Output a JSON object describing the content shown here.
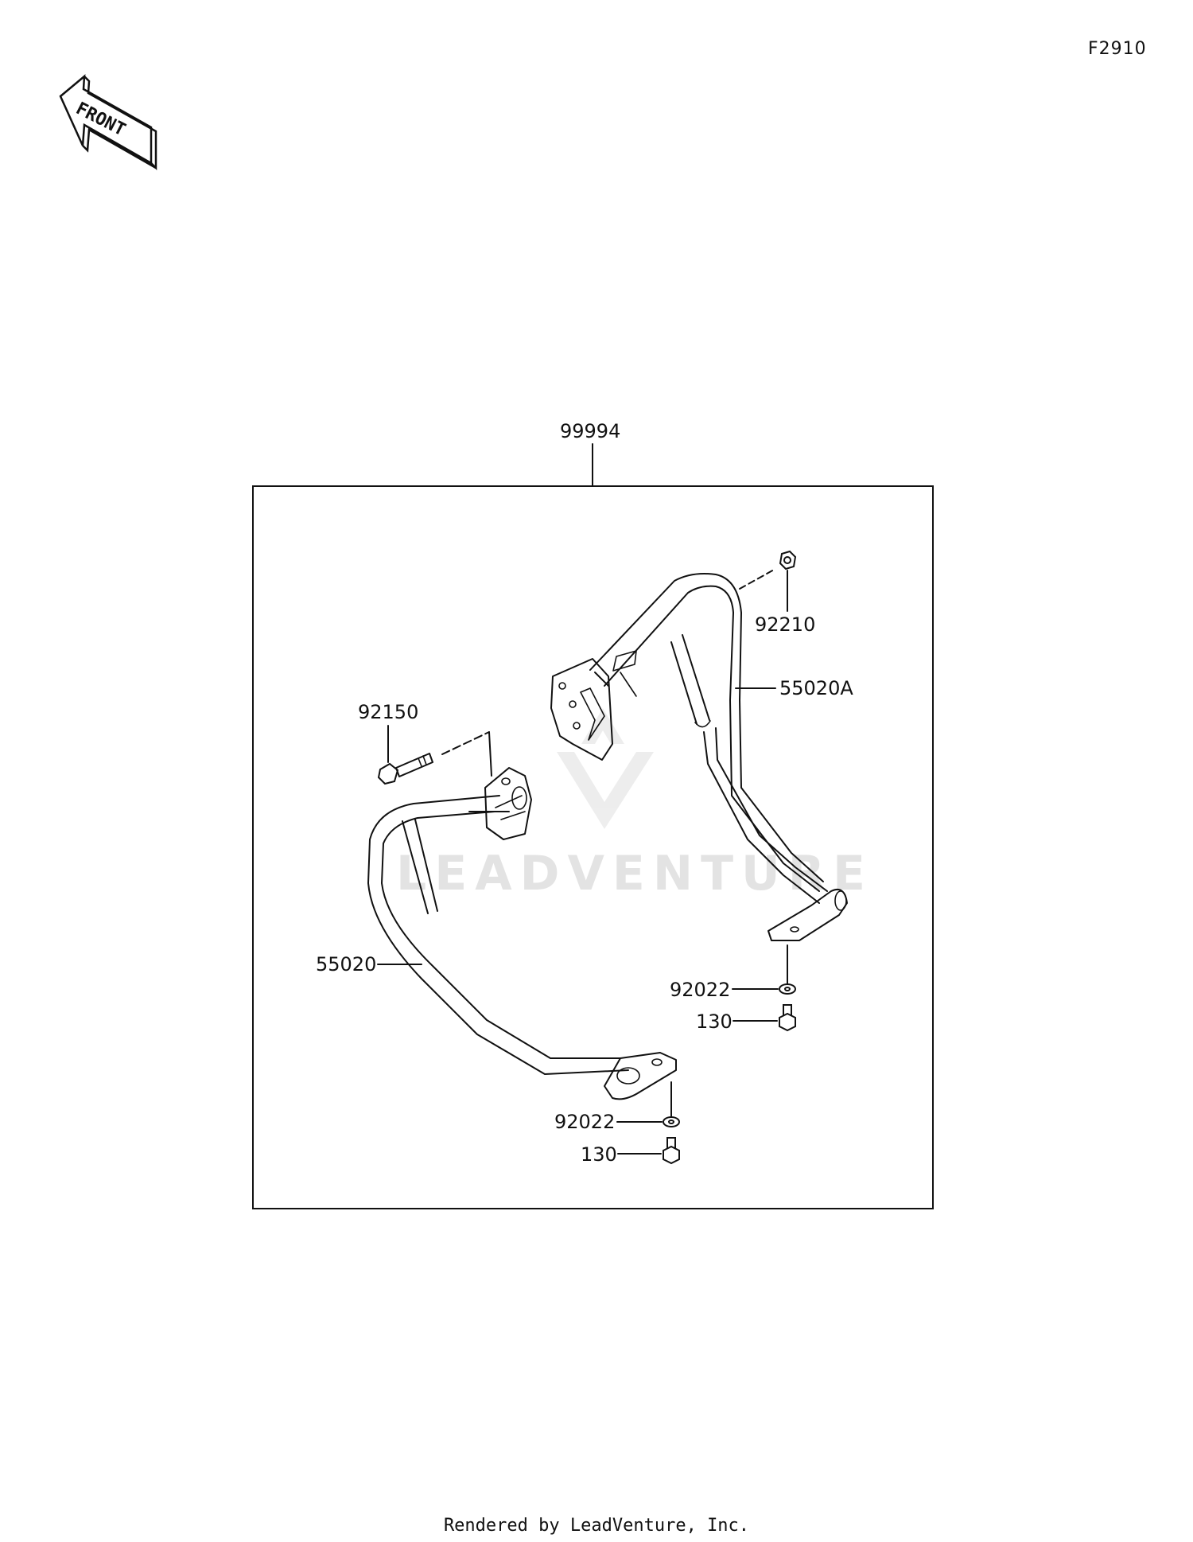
{
  "diagram_code": "F2910",
  "front_arrow": {
    "label": "FRONT",
    "icon": "front-direction-arrow-icon"
  },
  "assembly": {
    "part_number": "99994"
  },
  "parts": [
    {
      "id": "nut",
      "part_number": "92210"
    },
    {
      "id": "right-guard",
      "part_number": "55020A"
    },
    {
      "id": "bolt",
      "part_number": "92150"
    },
    {
      "id": "left-guard",
      "part_number": "55020"
    },
    {
      "id": "right-washer",
      "part_number": "92022"
    },
    {
      "id": "right-bolt",
      "part_number": "130"
    },
    {
      "id": "left-washer",
      "part_number": "92022"
    },
    {
      "id": "left-bolt",
      "part_number": "130"
    }
  ],
  "watermark": {
    "text": "LEADVENTURE",
    "icon": "leadventure-logo-icon"
  },
  "footer": {
    "text": "Rendered by LeadVenture, Inc."
  }
}
